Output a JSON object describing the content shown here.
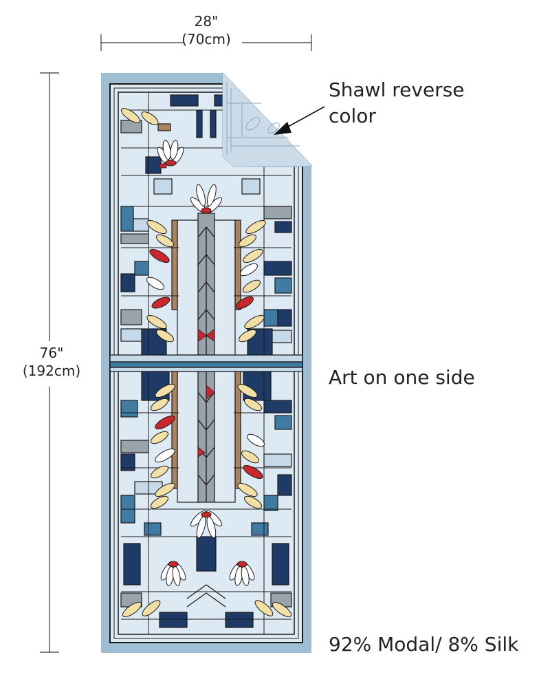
{
  "dimensions": {
    "width_in": "28\"",
    "width_cm": "(70cm)",
    "height_in": "76\"",
    "height_cm": "(192cm)"
  },
  "labels": {
    "reverse_line1": "Shawl reverse",
    "reverse_line2": "color",
    "art_side": "Art on one side",
    "material": "92% Modal/ 8% Silk"
  },
  "colors": {
    "border": "#9fbdd3",
    "pale": "#dde9f3",
    "light": "#c6d9e8",
    "navy": "#1e3a66",
    "steel": "#3f7ba3",
    "gray": "#9aa2ab",
    "tan": "#a98462",
    "cream": "#f1dfa6",
    "red": "#c8272d",
    "lead": "#1a1a1a"
  }
}
